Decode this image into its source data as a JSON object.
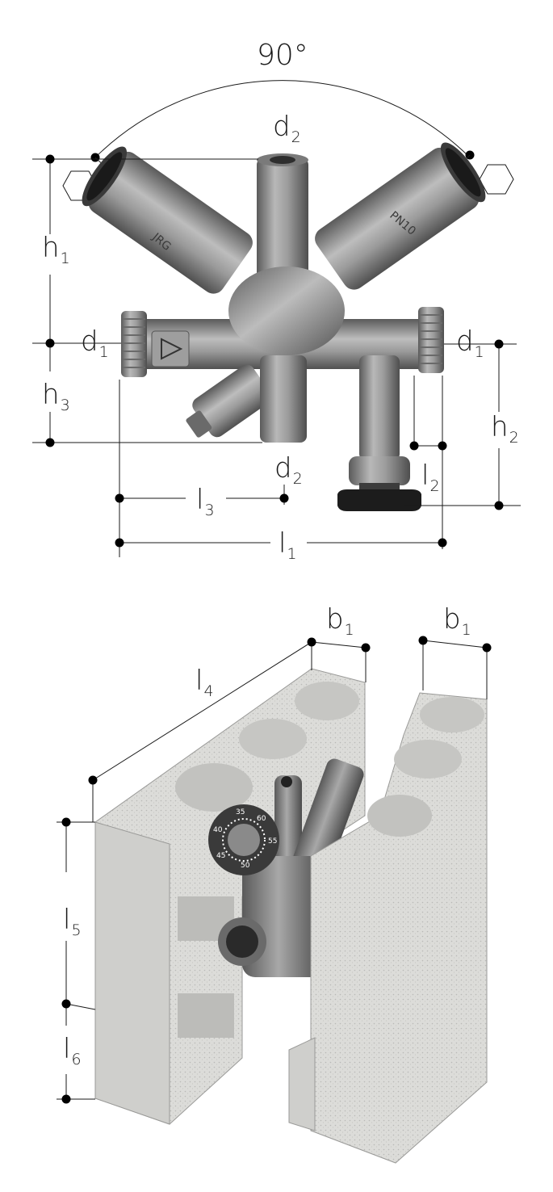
{
  "top_diagram": {
    "angle_label": "90°",
    "labels": {
      "d2_top": {
        "base": "d",
        "sub": "2"
      },
      "d2_bottom": {
        "base": "d",
        "sub": "2"
      },
      "d1_left": {
        "base": "d",
        "sub": "1"
      },
      "d1_right": {
        "base": "d",
        "sub": "1"
      },
      "h1": {
        "base": "h",
        "sub": "1"
      },
      "h2": {
        "base": "h",
        "sub": "2"
      },
      "h3": {
        "base": "h",
        "sub": "3"
      },
      "l1": {
        "base": "l",
        "sub": "1"
      },
      "l2": {
        "base": "l",
        "sub": "2"
      },
      "l3": {
        "base": "l",
        "sub": "3"
      }
    },
    "casting_marks": {
      "left": "JRG",
      "right": "PN10"
    }
  },
  "bottom_diagram": {
    "labels": {
      "b1_left": {
        "base": "b",
        "sub": "1"
      },
      "b1_right": {
        "base": "b",
        "sub": "1"
      },
      "l4": {
        "base": "l",
        "sub": "4"
      },
      "l5": {
        "base": "l",
        "sub": "5"
      },
      "l6": {
        "base": "l",
        "sub": "6"
      }
    },
    "dial_values": [
      "35",
      "60",
      "40",
      "55",
      "45",
      "50"
    ]
  },
  "colors": {
    "metal": "#9a9a9a",
    "metal_dark": "#555555",
    "insulation": "#d9d9d6",
    "dimension_line": "#1a1a1a",
    "handwheel": "#1c1c1c"
  }
}
